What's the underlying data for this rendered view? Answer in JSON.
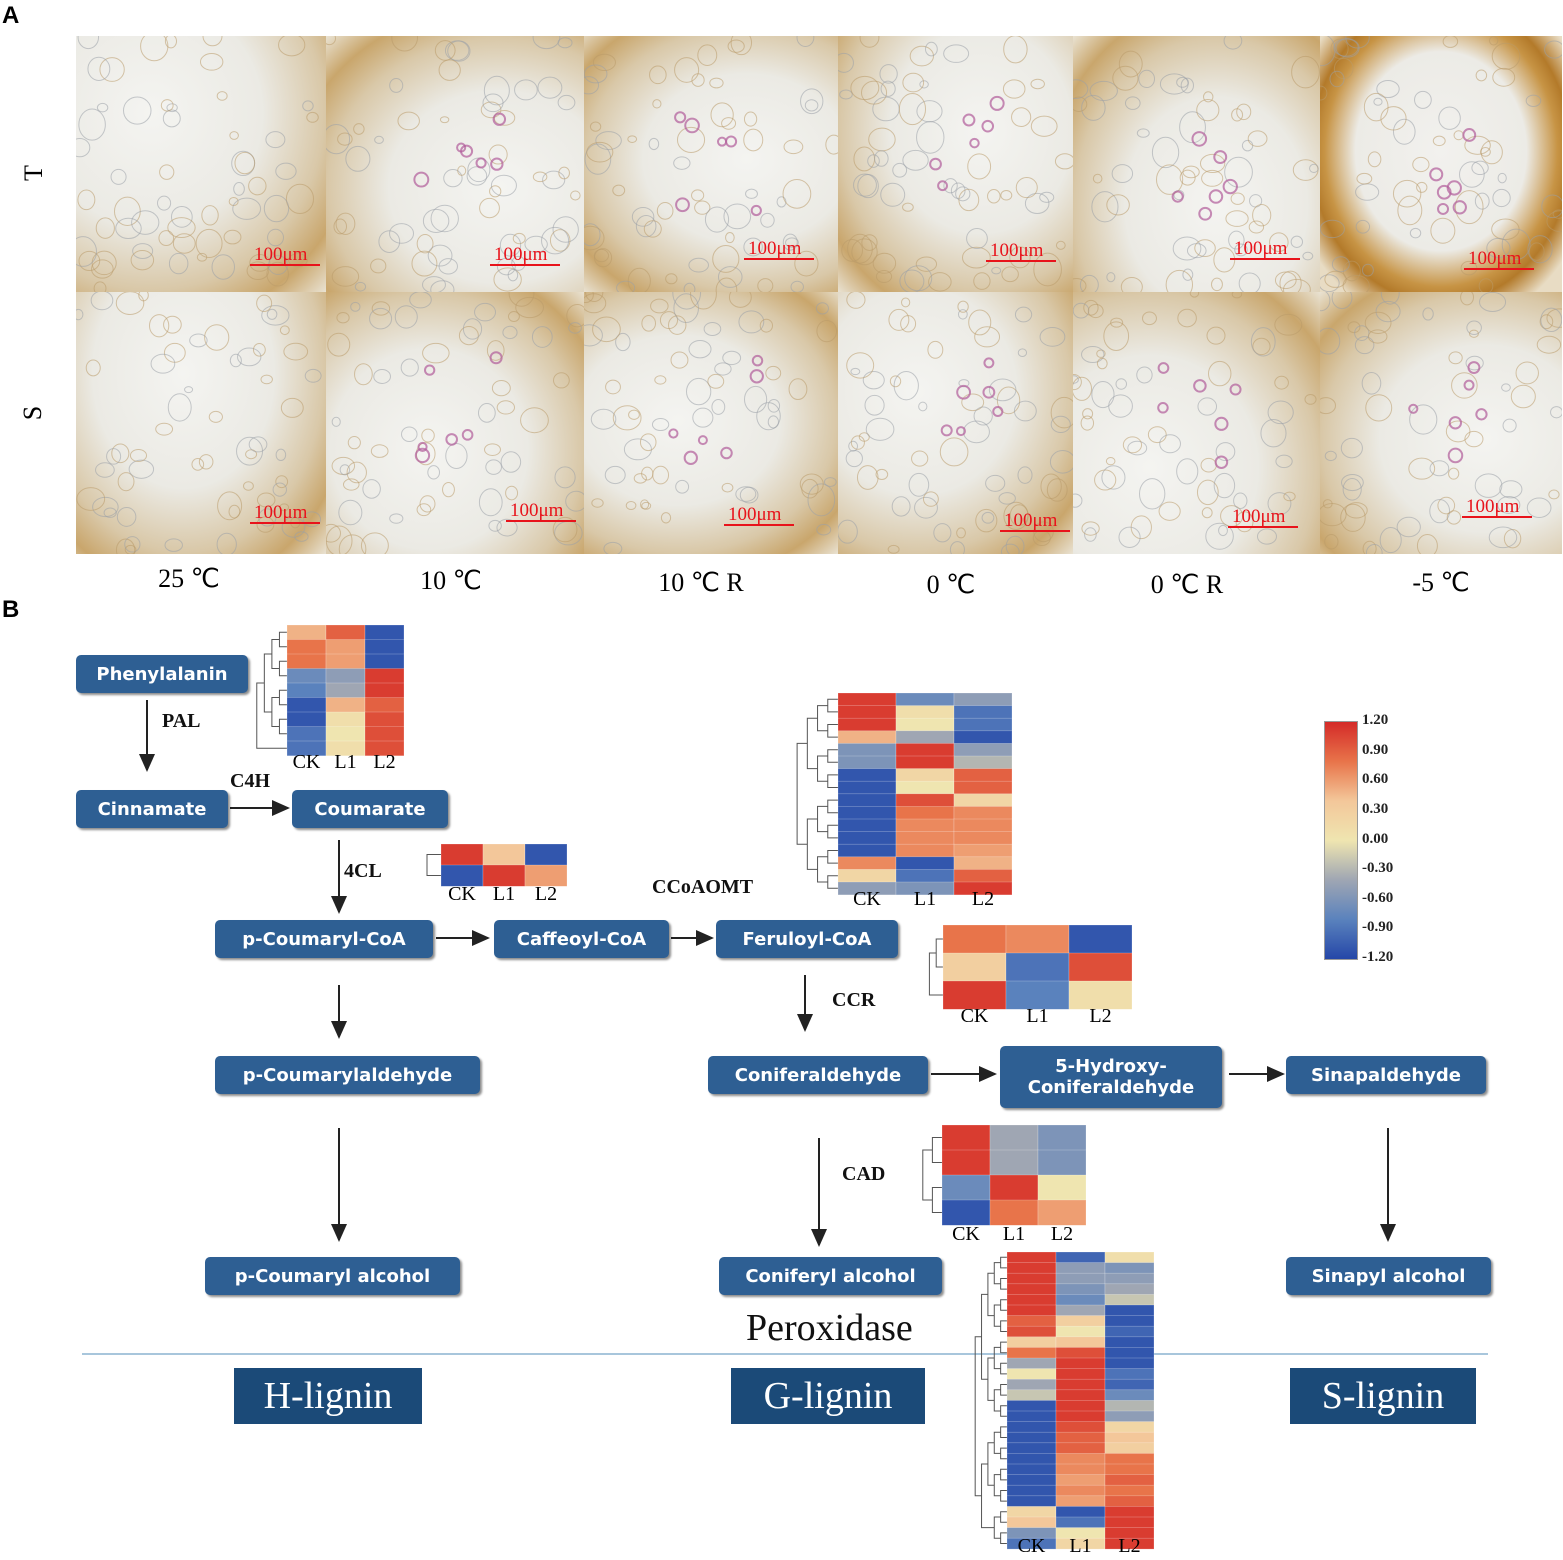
{
  "panel_a": {
    "letter": "A",
    "rows": [
      "T",
      "S"
    ],
    "conditions": [
      "25 ℃",
      "10 ℃",
      "10 ℃ R",
      "0 ℃",
      "0 ℃ R",
      "-5 ℃"
    ],
    "scale_bar_text": "100μm"
  },
  "panel_b": {
    "letter": "B",
    "nodes": {
      "phenylalanin": "Phenylalanin",
      "cinnamate": "Cinnamate",
      "coumarate": "Coumarate",
      "p_coumaryl_coa": "p-Coumaryl-CoA",
      "caffeoyl_coa": "Caffeoyl-CoA",
      "feruloyl_coa": "Feruloyl-CoA",
      "p_coumarylaldehyde": "p-Coumarylaldehyde",
      "coniferaldehyde": "Coniferaldehyde",
      "hydroxy_line1": "5-Hydroxy-",
      "hydroxy_line2": "Coniferaldehyde",
      "sinapaldehyde": "Sinapaldehyde",
      "p_coumaryl_alcohol": "p-Coumaryl alcohol",
      "coniferyl_alcohol": "Coniferyl alcohol",
      "sinapyl_alcohol": "Sinapyl alcohol"
    },
    "enzymes": {
      "pal": "PAL",
      "c4h": "C4H",
      "cl4": "4CL",
      "ccoaomt": "CCoAOMT",
      "ccr": "CCR",
      "cad": "CAD",
      "peroxidase": "Peroxidase"
    },
    "lignins": {
      "h": "H-lignin",
      "g": "G-lignin",
      "s": "S-lignin"
    },
    "heatmap_columns": [
      "CK",
      "L1",
      "L2"
    ],
    "colorbar": {
      "ticks": [
        "1.20",
        "0.90",
        "0.60",
        "0.30",
        "0.00",
        "-0.30",
        "-0.60",
        "-0.90",
        "-1.20"
      ],
      "colors": [
        "#d42a28",
        "#e8744a",
        "#f3c79a",
        "#efe5b0",
        "#9fa6b3",
        "#5a82bd",
        "#2547a8"
      ]
    }
  },
  "chart_data": {
    "type": "heatmap",
    "columns": [
      "CK",
      "L1",
      "L2"
    ],
    "range": [
      -1.2,
      1.2
    ],
    "heatmaps": [
      {
        "name": "PAL",
        "values": [
          [
            0.5,
            0.9,
            -1.1
          ],
          [
            0.8,
            0.6,
            -1.1
          ],
          [
            0.8,
            0.6,
            -1.1
          ],
          [
            -0.7,
            -0.5,
            1.1
          ],
          [
            -0.8,
            -0.4,
            1.1
          ],
          [
            -1.1,
            0.5,
            0.9
          ],
          [
            -1.1,
            0.1,
            1.0
          ],
          [
            -0.9,
            0.0,
            1.0
          ],
          [
            -0.9,
            0.1,
            1.0
          ]
        ]
      },
      {
        "name": "4CL",
        "values": [
          [
            1.1,
            0.4,
            -1.1
          ],
          [
            -1.1,
            1.1,
            0.6
          ]
        ]
      },
      {
        "name": "CCoAOMT",
        "values": [
          [
            1.1,
            -0.7,
            -0.5
          ],
          [
            1.1,
            0.1,
            -0.9
          ],
          [
            1.1,
            0.0,
            -0.9
          ],
          [
            0.5,
            -0.4,
            -1.1
          ],
          [
            -0.6,
            1.1,
            -0.5
          ],
          [
            -0.6,
            1.1,
            -0.3
          ],
          [
            -1.1,
            0.2,
            0.9
          ],
          [
            -1.1,
            0.0,
            0.9
          ],
          [
            -1.1,
            1.0,
            0.2
          ],
          [
            -1.1,
            0.8,
            0.7
          ],
          [
            -1.1,
            0.7,
            0.7
          ],
          [
            -1.1,
            0.7,
            0.7
          ],
          [
            -1.1,
            0.7,
            0.6
          ],
          [
            0.7,
            -1.1,
            0.5
          ],
          [
            0.2,
            -0.9,
            0.9
          ],
          [
            -0.5,
            -0.6,
            1.1
          ]
        ]
      },
      {
        "name": "CCR",
        "values": [
          [
            0.8,
            0.7,
            -1.1
          ],
          [
            0.3,
            -0.9,
            1.0
          ],
          [
            1.1,
            -0.8,
            0.1
          ]
        ]
      },
      {
        "name": "CAD",
        "values": [
          [
            1.1,
            -0.4,
            -0.6
          ],
          [
            1.1,
            -0.4,
            -0.6
          ],
          [
            -0.7,
            1.1,
            0.0
          ],
          [
            -1.1,
            0.8,
            0.6
          ]
        ]
      },
      {
        "name": "Peroxidase",
        "values": [
          [
            1.1,
            -1.0,
            0.1
          ],
          [
            1.1,
            -0.5,
            -0.6
          ],
          [
            1.1,
            -0.5,
            -0.5
          ],
          [
            1.1,
            -0.6,
            -0.4
          ],
          [
            1.1,
            -0.7,
            -0.2
          ],
          [
            1.1,
            -0.4,
            -1.1
          ],
          [
            0.9,
            0.3,
            -1.1
          ],
          [
            1.0,
            0.0,
            -1.0
          ],
          [
            0.3,
            0.4,
            -1.1
          ],
          [
            0.8,
            1.0,
            -1.1
          ],
          [
            -0.4,
            1.1,
            -1.1
          ],
          [
            0.0,
            1.1,
            -0.9
          ],
          [
            -0.4,
            1.1,
            -1.0
          ],
          [
            -0.2,
            1.1,
            -0.7
          ],
          [
            -1.1,
            1.1,
            -0.3
          ],
          [
            -1.1,
            1.1,
            -0.5
          ],
          [
            -1.1,
            1.0,
            0.2
          ],
          [
            -1.1,
            0.9,
            0.4
          ],
          [
            -1.1,
            0.9,
            0.3
          ],
          [
            -1.1,
            0.7,
            0.8
          ],
          [
            -1.1,
            0.7,
            0.8
          ],
          [
            -1.1,
            0.6,
            0.9
          ],
          [
            -1.1,
            0.7,
            0.8
          ],
          [
            -1.1,
            0.6,
            0.9
          ],
          [
            0.2,
            -1.1,
            1.1
          ],
          [
            0.4,
            -0.9,
            1.1
          ],
          [
            -0.6,
            0.0,
            1.1
          ],
          [
            -0.9,
            0.2,
            1.1
          ]
        ]
      }
    ]
  }
}
